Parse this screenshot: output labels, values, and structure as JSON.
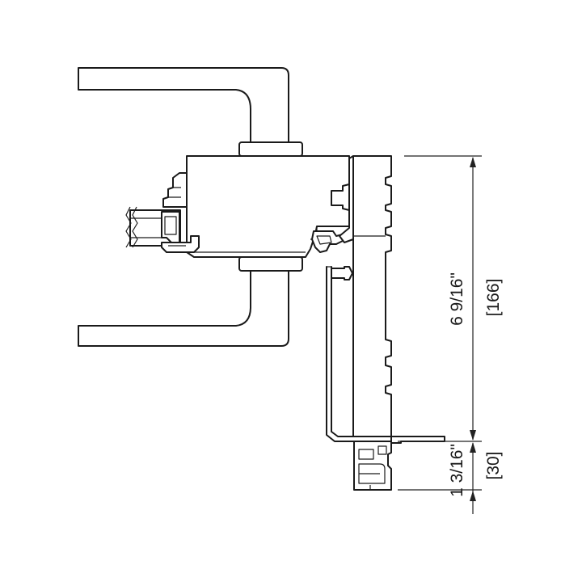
{
  "dimensions": {
    "overall_imperial": "6 9/16\"",
    "overall_metric": "[166]",
    "sill_imperial": "1 3/16\"",
    "sill_metric": "[30]"
  },
  "colors": {
    "line": "#1a1a1a",
    "background": "#ffffff"
  }
}
